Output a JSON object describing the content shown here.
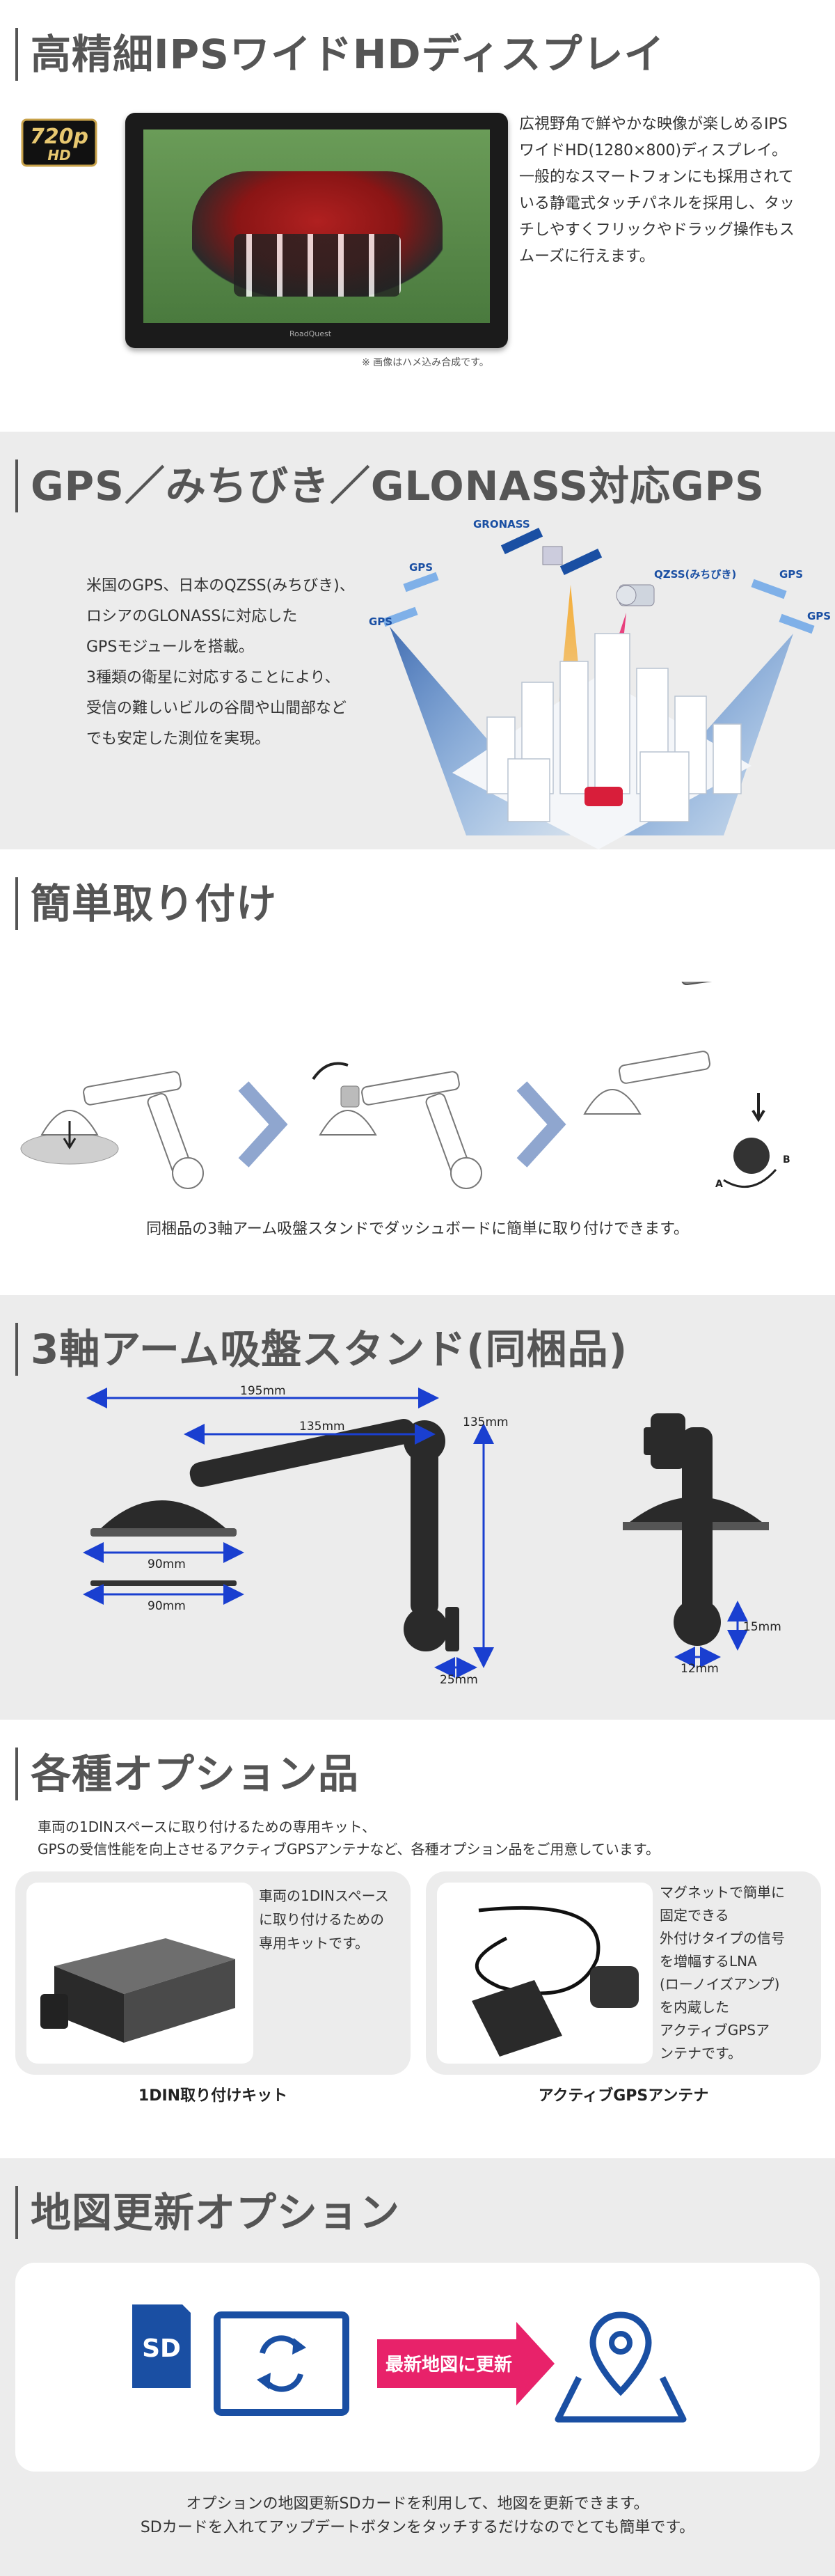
{
  "display": {
    "title": "高精細IPSワイドHDディスプレイ",
    "badge_top": "720p",
    "badge_bottom": "HD",
    "brand": "RoadQuest",
    "note": "※ 画像はハメ込み合成です。",
    "desc": [
      "広視野角で鮮やかな映像が楽しめるIPS",
      "ワイドHD(1280×800)ディスプレイ。",
      "一般的なスマートフォンにも採用されて",
      "いる静電式タッチパネルを採用し、タッ",
      "チしやすくフリックやドラッグ操作もス",
      "ムーズに行えます。"
    ]
  },
  "gps": {
    "title": "GPS／みちびき／GLONASS対応GPS",
    "desc": [
      "米国のGPS、日本のQZSS(みちびき)、",
      "ロシアのGLONASSに対応した",
      "GPSモジュールを搭載。",
      "3種類の衛星に対応することにより、",
      "受信の難しいビルの谷間や山間部など",
      "でも安定した測位を実現。"
    ],
    "labels": {
      "glonass": "GRONASS",
      "qzss": "QZSS(みちびき)",
      "gps": "GPS"
    }
  },
  "install": {
    "title": "簡単取り付け",
    "label_a": "A",
    "label_b": "B",
    "caption": "同梱品の3軸アーム吸盤スタンドでダッシュボードに簡単に取り付けできます。"
  },
  "stand": {
    "title": "3軸アーム吸盤スタンド(同梱品)",
    "dims": {
      "d195": "195mm",
      "d135a": "135mm",
      "d135b": "135mm",
      "d90a": "90mm",
      "d90b": "90mm",
      "d25": "25mm",
      "d15": "15mm",
      "d12": "12mm"
    }
  },
  "options": {
    "title": "各種オプション品",
    "intro": [
      "車両の1DINスペースに取り付けるための専用キット、",
      "GPSの受信性能を向上させるアクティブGPSアンテナなど、各種オプション品をご用意しています。"
    ],
    "kit": {
      "desc": [
        "車両の1DINスペース",
        "に取り付けるための",
        "専用キットです。"
      ],
      "name": "1DIN取り付けキット"
    },
    "antenna": {
      "desc": [
        "マグネットで簡単に",
        "固定できる",
        "外付けタイプの信号",
        "を増幅するLNA",
        "(ローノイズアンプ)",
        "を内蔵した",
        "アクティブGPSア",
        "ンテナです。"
      ],
      "name": "アクティブGPSアンテナ"
    }
  },
  "mapupdate": {
    "title": "地図更新オプション",
    "sd_label": "SD",
    "arrow_label": "最新地図に更新",
    "caption": [
      "オプションの地図更新SDカードを利用して、地図を更新できます。",
      "SDカードを入れてアップデートボタンをタッチするだけなのでとても簡単です。"
    ]
  },
  "colors": {
    "accent_blue": "#1a4fa3",
    "pink": "#e8226a",
    "gray_bg": "#ececec",
    "title_gray": "#555555"
  }
}
